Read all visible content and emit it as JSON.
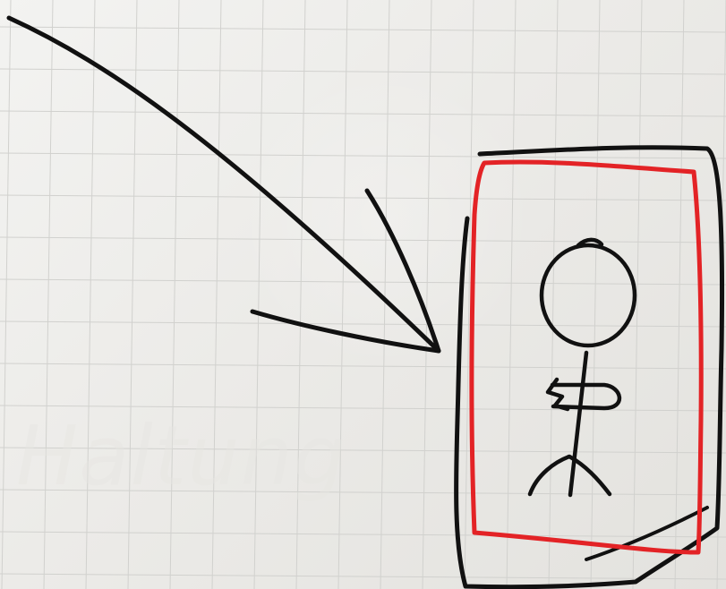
{
  "photo": {
    "faded_caption": "Haltung",
    "colors": {
      "paper_light": "#f3f3f1",
      "paper_dark": "#e3e2de",
      "grid_line": "#cfcfcc",
      "marker_black": "#111111",
      "marker_red": "#e32326",
      "ghost_text": "#d8d7d3"
    },
    "elements": [
      "grid-paper",
      "marker-arrow",
      "black-outline-frame",
      "red-inner-frame",
      "stick-figure"
    ]
  }
}
